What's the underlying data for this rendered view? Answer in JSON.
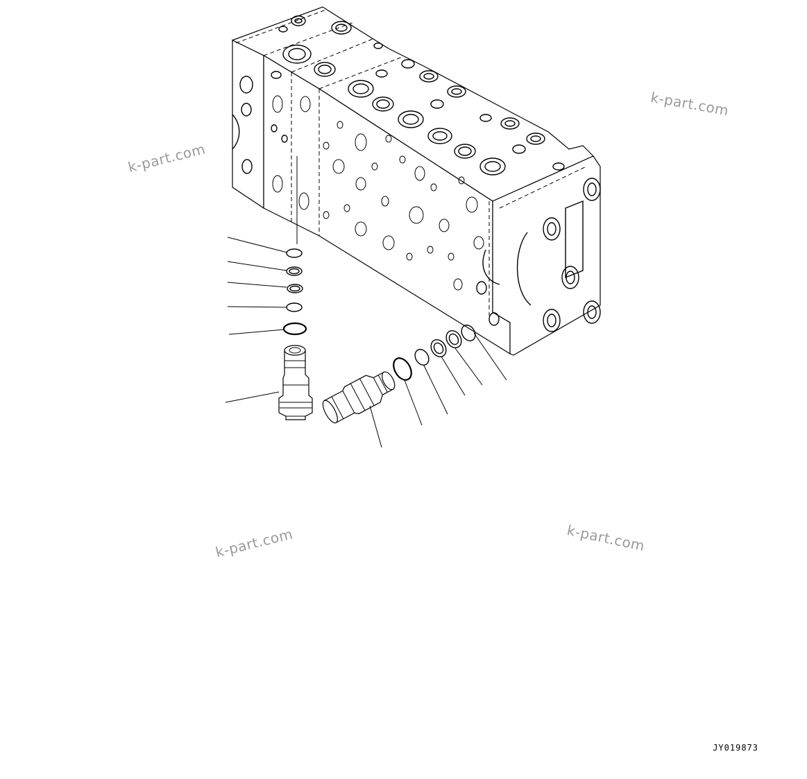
{
  "watermarks": [
    "k-part.com",
    "k-part.com",
    "k-part.com",
    "k-part.com"
  ],
  "drawing_code": "JY019873"
}
